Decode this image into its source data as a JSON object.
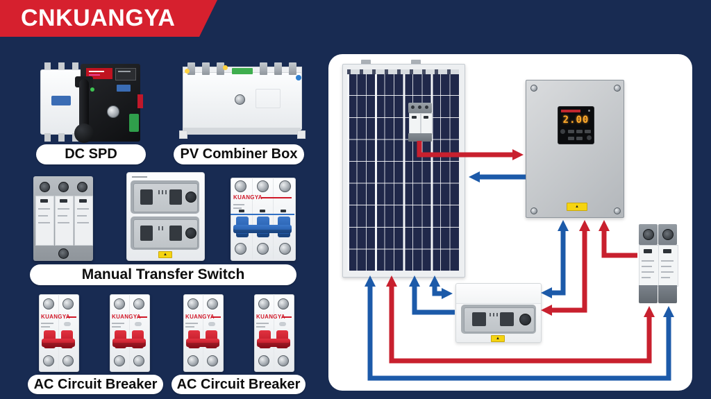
{
  "banner": {
    "brand": "CNKUANGYA"
  },
  "product_labels": {
    "row1_left": "DC SPD",
    "row1_right": "PV Combiner Box",
    "row2": "Manual Transfer Switch",
    "row3_left": "AC Circuit Breaker",
    "row3_right": "AC Circuit Breaker"
  },
  "device_brand": "KUANGYA",
  "diagram": {
    "controller_display": "2.00"
  },
  "colors": {
    "background_navy": "#182b52",
    "banner_red": "#d6202e",
    "wire_red": "#c8202e",
    "wire_blue": "#1c5aa9",
    "warning_yellow": "#f5d411",
    "display_digits_amber": "#ffab2b"
  }
}
